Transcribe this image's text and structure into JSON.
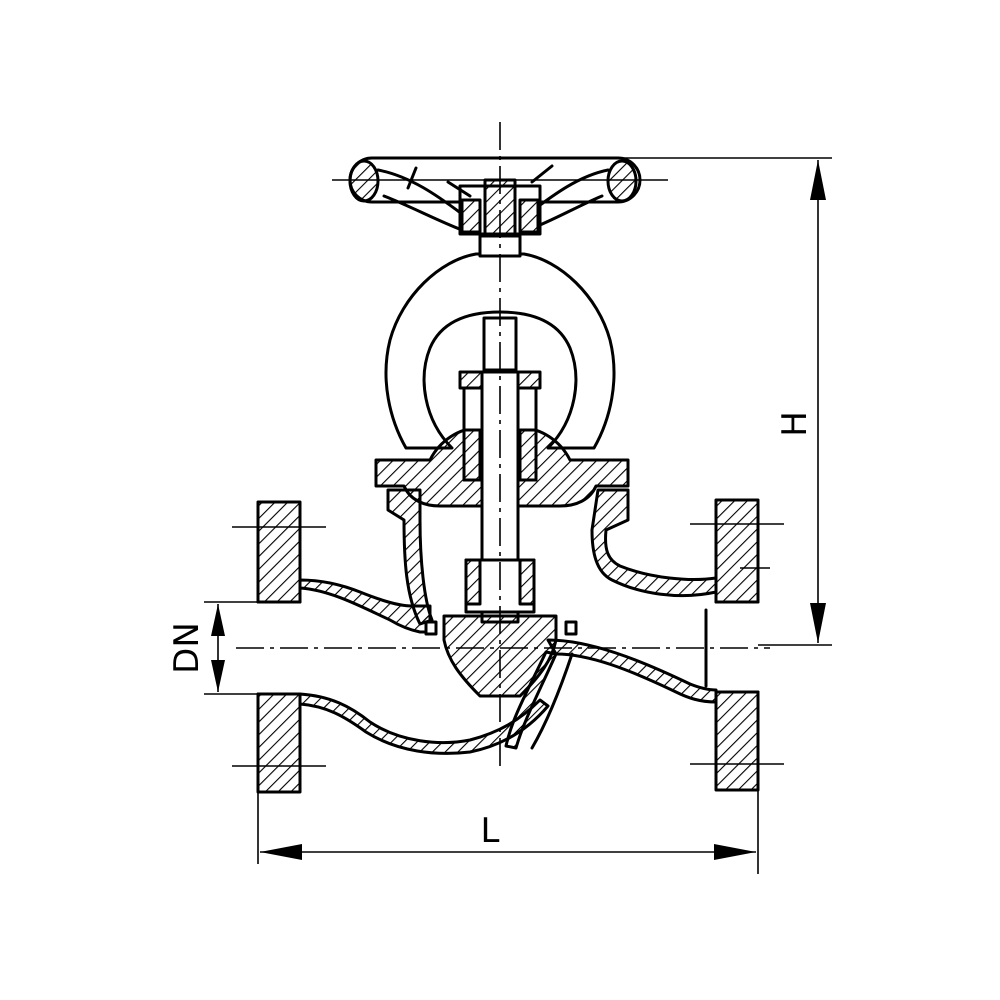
{
  "dimensions": {
    "height_label": "H",
    "length_label": "L",
    "diameter_label": "DN"
  },
  "colors": {
    "line": "#000000",
    "background": "#ffffff"
  }
}
